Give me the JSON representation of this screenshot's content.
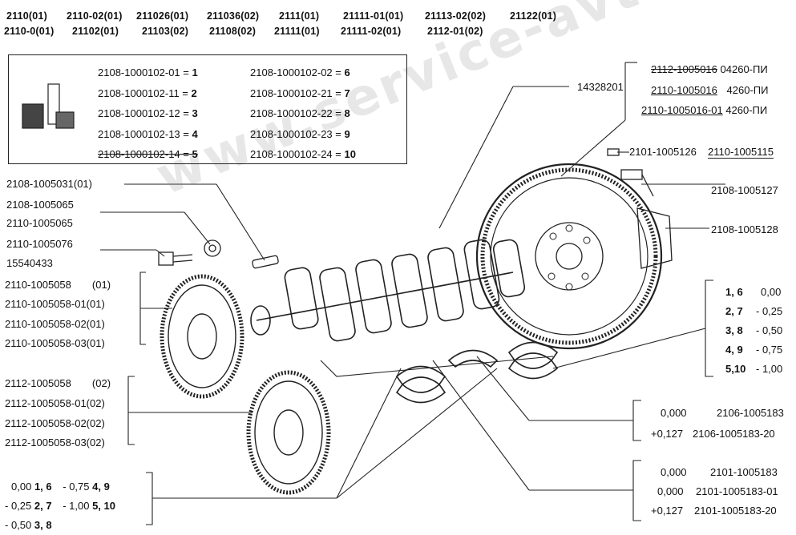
{
  "header": {
    "row1": [
      "2110(01)",
      "2110-02(01)",
      "211026(01)",
      "211036(02)",
      "2111(01)",
      "21111-01(01)",
      "21113-02(02)",
      "21122(01)"
    ],
    "row2": [
      "2110-0(01)",
      "21102(01)",
      "21103(02)",
      "21108(02)",
      "21111(01)",
      "21111-02(01)",
      "2112-01(02)"
    ]
  },
  "legend_box": {
    "left": [
      {
        "code": "2108-1000102-01 = ",
        "num": "1"
      },
      {
        "code": "2108-1000102-11 = ",
        "num": "2"
      },
      {
        "code": "2108-1000102-12 = ",
        "num": "3"
      },
      {
        "code": "2108-1000102-13 = ",
        "num": "4"
      },
      {
        "code": "2108-1000102-14 = ",
        "num": "5"
      }
    ],
    "right": [
      {
        "code": "2108-1000102-02 = ",
        "num": "6"
      },
      {
        "code": "2108-1000102-21 = ",
        "num": "7"
      },
      {
        "code": "2108-1000102-22 = ",
        "num": "8"
      },
      {
        "code": "2108-1000102-23 = ",
        "num": "9"
      },
      {
        "code": "2108-1000102-24 = ",
        "num": "10"
      }
    ]
  },
  "left_labels": {
    "pulley_key": "2108-1005031(01)",
    "washer_a": "2108-1005065",
    "washer_b": "2110-1005065",
    "bolt_a": "2110-1005076",
    "bolt_b": "15540433",
    "pulley1": [
      "2110-1005058",
      "(01)",
      "2110-1005058-01(01)",
      "2110-1005058-02(01)",
      "2110-1005058-03(01)"
    ],
    "pulley2": [
      "2112-1005058",
      "(02)",
      "2112-1005058-01(02)",
      "2112-1005058-02(02)",
      "2112-1005058-03(02)"
    ]
  },
  "size_table_left": {
    "rows": [
      [
        "0,00",
        "1, 6",
        "- 0,75",
        "4, 9"
      ],
      [
        "- 0,25",
        "2, 7",
        "- 1,00",
        "5, 10"
      ],
      [
        "- 0,50",
        "3, 8",
        "",
        ""
      ]
    ]
  },
  "right_labels": {
    "flywheel_a": {
      "code": "2112-1005016",
      "suffix": "04260-ПИ"
    },
    "flywheel_b": {
      "code": "2110-1005016",
      "suffix": "4260-ПИ"
    },
    "flywheel_c": {
      "code": "2110-1005016-01",
      "suffix": "4260-ПИ"
    },
    "plug": "14328201",
    "pin": "2101-1005126",
    "bolt": "2110-1005115",
    "washer1": "2108-1005127",
    "washer2": "2108-1005128"
  },
  "size_table_right": {
    "rows": [
      [
        "1, 6",
        "0,00"
      ],
      [
        "2, 7",
        "- 0,25"
      ],
      [
        "3, 8",
        "- 0,50"
      ],
      [
        "4, 9",
        "- 0,75"
      ],
      [
        "5,10",
        "- 1,00"
      ]
    ]
  },
  "thrust_halfrings_a": {
    "rows": [
      [
        "0,000",
        "2106-1005183"
      ],
      [
        "+0,127",
        "2106-1005183-20"
      ]
    ]
  },
  "thrust_halfrings_b": {
    "rows": [
      [
        "0,000",
        "2101-1005183"
      ],
      [
        "0,000",
        "2101-1005183-01"
      ],
      [
        "+0,127",
        "2101-1005183-20"
      ]
    ]
  },
  "watermark": "www.service-avto.kz",
  "colors": {
    "ink": "#111111",
    "line": "#222222",
    "watermark": "#b0b0b0"
  }
}
